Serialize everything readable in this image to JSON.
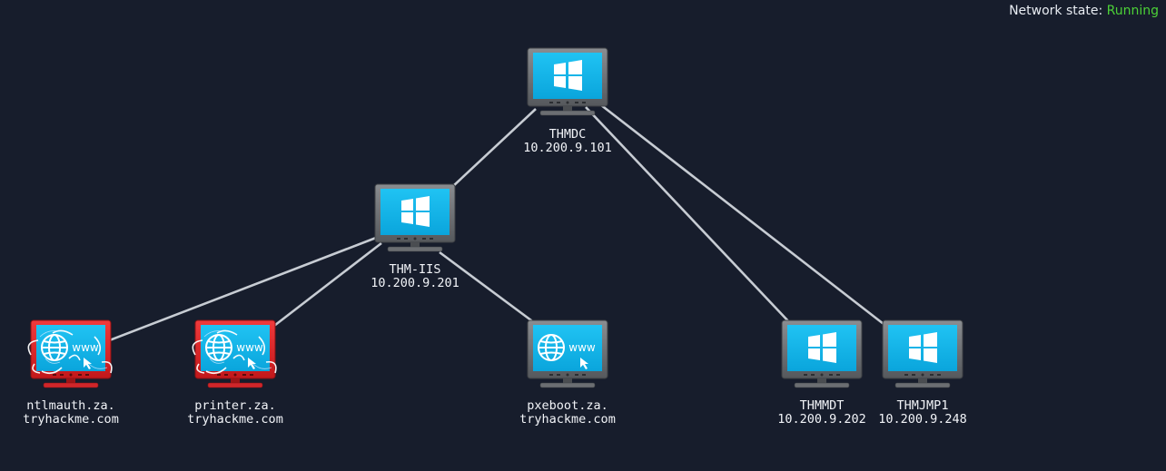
{
  "status": {
    "label": "Network state:",
    "value": "Running",
    "value_color": "#4cd137"
  },
  "colors": {
    "background": "#171d2c",
    "link": "#c7ccd3",
    "screen": "#11b6ea",
    "compromised_frame": "#e32224",
    "normal_frame": "#6b6e72"
  },
  "nodes": [
    {
      "id": "thmdc",
      "type": "windows-server",
      "state": "normal",
      "line1": "THMDC",
      "line2": "10.200.9.101"
    },
    {
      "id": "thmiis",
      "type": "windows-server",
      "state": "normal",
      "line1": "THM-IIS",
      "line2": "10.200.9.201"
    },
    {
      "id": "ntlmauth",
      "type": "web-server",
      "state": "compromised",
      "line1": "ntlmauth.za.",
      "line2": "tryhackme.com"
    },
    {
      "id": "printer",
      "type": "web-server",
      "state": "compromised",
      "line1": "printer.za.",
      "line2": "tryhackme.com"
    },
    {
      "id": "pxeboot",
      "type": "web-server",
      "state": "normal",
      "line1": "pxeboot.za.",
      "line2": "tryhackme.com"
    },
    {
      "id": "thmmdt",
      "type": "windows-server",
      "state": "normal",
      "line1": "THMMDT",
      "line2": "10.200.9.202"
    },
    {
      "id": "thmjmp1",
      "type": "windows-server",
      "state": "normal",
      "line1": "THMJMP1",
      "line2": "10.200.9.248"
    }
  ],
  "links": [
    {
      "from": "thmdc",
      "to": "thmiis"
    },
    {
      "from": "thmdc",
      "to": "thmmdt"
    },
    {
      "from": "thmdc",
      "to": "thmjmp1"
    },
    {
      "from": "thmiis",
      "to": "ntlmauth"
    },
    {
      "from": "thmiis",
      "to": "printer"
    },
    {
      "from": "thmiis",
      "to": "pxeboot"
    }
  ],
  "icons": {
    "windows": "windows-logo-icon",
    "web": "www-globe-icon"
  }
}
